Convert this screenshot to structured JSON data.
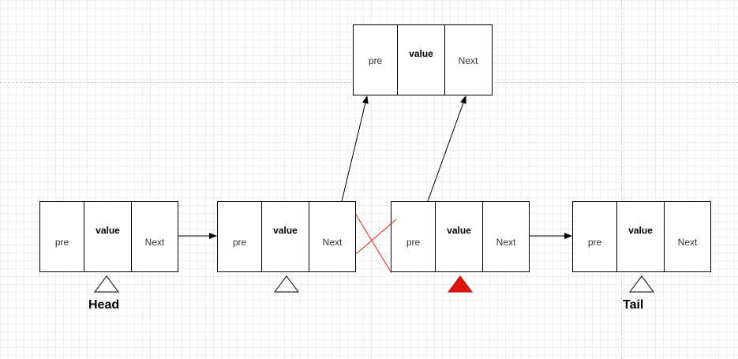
{
  "nodes": {
    "head": {
      "pre": "pre",
      "value": "value",
      "next": "Next"
    },
    "second": {
      "pre": "pre",
      "value": "value",
      "next": "Next"
    },
    "current": {
      "pre": "pre",
      "value": "value",
      "next": "Next"
    },
    "tail": {
      "pre": "pre",
      "value": "value",
      "next": "Next"
    },
    "inserted": {
      "pre": "pre",
      "value": "value",
      "next": "Next"
    }
  },
  "labels": {
    "head": "Head",
    "tail": "Tail"
  },
  "colors": {
    "stroke": "#000000",
    "cross": "#d9251c",
    "active_marker": "#e0160e"
  }
}
